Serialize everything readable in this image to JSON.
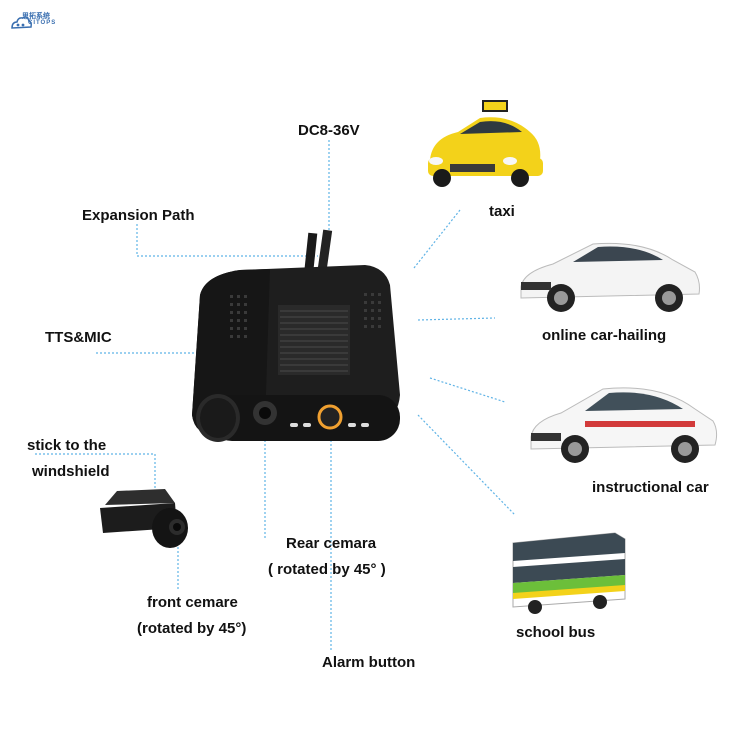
{
  "logo": {
    "cn": "思拓系统",
    "en": "CITOPS",
    "icon": "cloud-logo-icon"
  },
  "device_labels": {
    "power": "DC8-36V",
    "expansion": "Expansion Path",
    "tts_mic": "TTS&MIC",
    "windshield_line1": "stick to the",
    "windshield_line2": "windshield",
    "rear_line1": "Rear cemara",
    "rear_line2": "( rotated by 45° )",
    "front_line1": "front cemare",
    "front_line2": "(rotated by 45°)",
    "alarm": "Alarm button"
  },
  "vehicles": [
    {
      "label": "taxi",
      "icon": "taxi-icon"
    },
    {
      "label": "online car-hailing",
      "icon": "sedan-car-icon"
    },
    {
      "label": "instructional car",
      "icon": "driving-school-car-icon"
    },
    {
      "label": "school bus",
      "icon": "school-bus-icon"
    }
  ],
  "colors": {
    "dotted_line": "#5fb3e6",
    "device_body": "#1c1c1c",
    "accent_orange": "#f0a030",
    "taxi_yellow": "#f3d21a",
    "bus_green": "#6cbf3a"
  }
}
